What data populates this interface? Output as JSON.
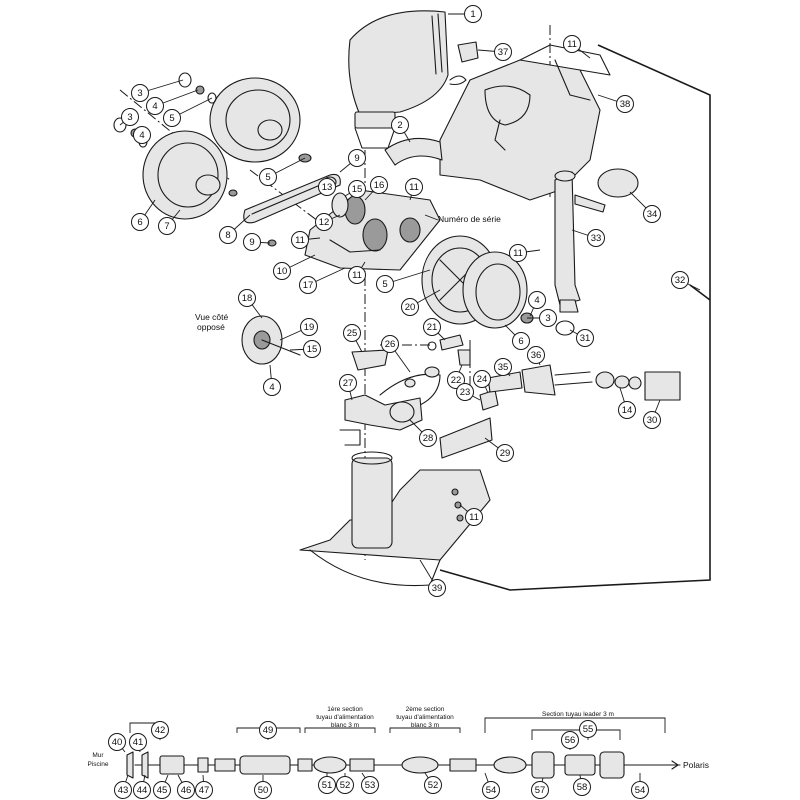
{
  "labels": {
    "serial": "Numéro de série",
    "view_line1": "Vue côté",
    "view_line2": "opposé",
    "mur": "Mur",
    "piscine": "Piscine",
    "section1_line1": "1ère section",
    "section1_line2": "tuyau d'alimentation",
    "section1_line3": "blanc 3 m",
    "section2_line1": "2ème section",
    "section2_line2": "tuyau d'alimentation",
    "section2_line3": "blanc 3 m",
    "leader": "Section tuyau leader 3 m",
    "polaris": "Polaris"
  },
  "callouts": [
    "1",
    "2",
    "3",
    "4",
    "5",
    "6",
    "7",
    "8",
    "9",
    "11",
    "12",
    "13",
    "15",
    "16",
    "10",
    "17",
    "18",
    "19",
    "20",
    "21",
    "22",
    "23",
    "24",
    "25",
    "26",
    "27",
    "28",
    "29",
    "30",
    "31",
    "32",
    "33",
    "34",
    "35",
    "36",
    "37",
    "38",
    "39",
    "40",
    "41",
    "42",
    "43",
    "44",
    "45",
    "46",
    "47",
    "49",
    "50",
    "51",
    "52",
    "53",
    "54",
    "55",
    "56",
    "57",
    "58"
  ]
}
